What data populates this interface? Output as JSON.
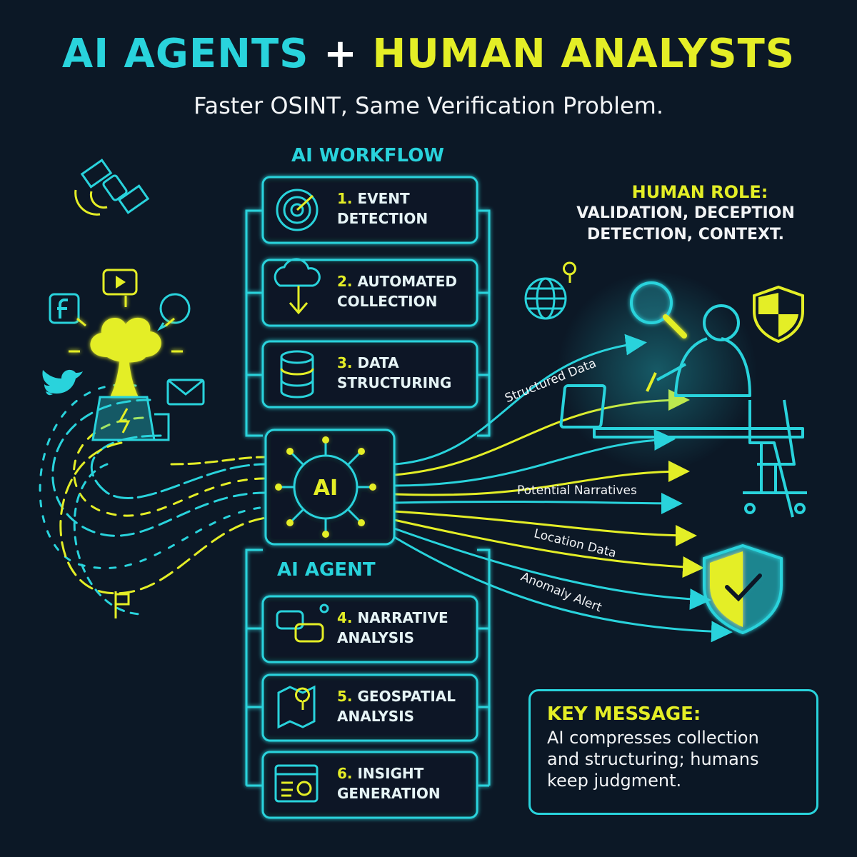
{
  "title": {
    "part1": "AI AGENTS",
    "plus": "+",
    "part2": "HUMAN ANALYSTS"
  },
  "subtitle": "Faster OSINT, Same Verification Problem.",
  "workflow_label": "AI WORKFLOW",
  "agent_label": "AI AGENT",
  "ai_core_label": "AI",
  "steps": [
    {
      "num": "1.",
      "line1": "EVENT",
      "line2": "DETECTION",
      "icon": "radar-icon"
    },
    {
      "num": "2.",
      "line1": "AUTOMATED",
      "line2": "COLLECTION",
      "icon": "cloud-download-icon"
    },
    {
      "num": "3.",
      "line1": "DATA",
      "line2": "STRUCTURING",
      "icon": "database-icon"
    },
    {
      "num": "4.",
      "line1": "NARRATIVE",
      "line2": "ANALYSIS",
      "icon": "chat-bubbles-icon"
    },
    {
      "num": "5.",
      "line1": "GEOSPATIAL",
      "line2": "ANALYSIS",
      "icon": "map-pin-icon"
    },
    {
      "num": "6.",
      "line1": "INSIGHT",
      "line2": "GENERATION",
      "icon": "dashboard-icon"
    }
  ],
  "human_role": {
    "title": "HUMAN ROLE:",
    "line1": "VALIDATION, DECEPTION",
    "line2": "DETECTION, CONTEXT."
  },
  "flow_labels": {
    "structured": "Structured Data",
    "narratives": "Potential Narratives",
    "location": "Location Data",
    "anomaly": "Anomaly Alert"
  },
  "key_message": {
    "title": "KEY MESSAGE:",
    "line1": "AI compresses collection",
    "line2": "and structuring; humans",
    "line3": "keep judgment."
  },
  "source_icons": [
    "satellite-icon",
    "youtube-icon",
    "facebook-icon",
    "whatsapp-icon",
    "twitter-icon",
    "mail-icon",
    "explosion-icon",
    "power-plant-icon"
  ],
  "analyst_icons": [
    "globe-icon",
    "magnifier-icon",
    "shield-icon",
    "check-shield-icon",
    "analyst-figure-icon"
  ],
  "colors": {
    "background": "#0c1826",
    "cyan": "#29d3dc",
    "yellow": "#e4ee26",
    "text": "#f2f4f6"
  }
}
